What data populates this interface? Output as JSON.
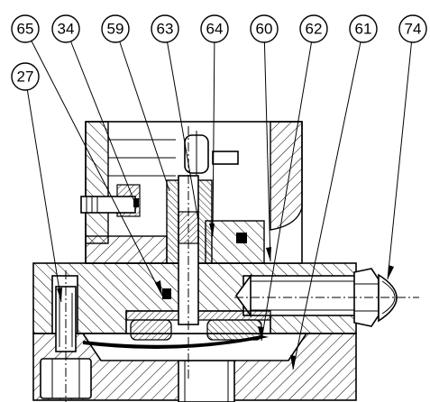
{
  "callouts": [
    {
      "id": "65",
      "label": "65"
    },
    {
      "id": "34",
      "label": "34"
    },
    {
      "id": "59",
      "label": "59"
    },
    {
      "id": "63",
      "label": "63"
    },
    {
      "id": "64",
      "label": "64"
    },
    {
      "id": "60",
      "label": "60"
    },
    {
      "id": "62",
      "label": "62"
    },
    {
      "id": "61",
      "label": "61"
    },
    {
      "id": "74",
      "label": "74"
    },
    {
      "id": "27",
      "label": "27"
    }
  ],
  "colors": {
    "line": "#000000",
    "background": "#ffffff"
  }
}
